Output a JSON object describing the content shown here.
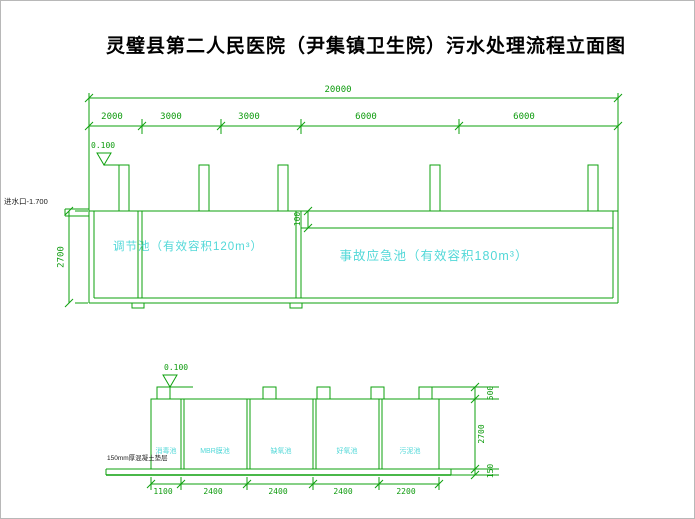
{
  "title": "灵璧县第二人民医院（尹集镇卫生院）污水处理流程立面图",
  "colors": {
    "line_green": "#0ea00e",
    "label_cyan": "#52d8d8",
    "text_black": "#1a1a1a"
  },
  "upper": {
    "overall_dim": "20000",
    "segment_dims": [
      "2000",
      "3000",
      "3000",
      "6000",
      "6000"
    ],
    "level": "0.100",
    "inlet": "进水口-1.700",
    "height_dim": "2700",
    "step_dim": "100",
    "tank1": "调节池（有效容积120m³）",
    "tank2": "事故应急池（有效容积180m³）"
  },
  "lower": {
    "level": "0.100",
    "slab_note": "150mm厚混凝土垫层",
    "compartments": [
      "消毒池",
      "MBR膜池",
      "缺氧池",
      "好氧池",
      "污泥池"
    ],
    "width_dims": [
      "1100",
      "2400",
      "2400",
      "2400",
      "2200"
    ],
    "height_dims": [
      "500",
      "2700",
      "150"
    ]
  }
}
